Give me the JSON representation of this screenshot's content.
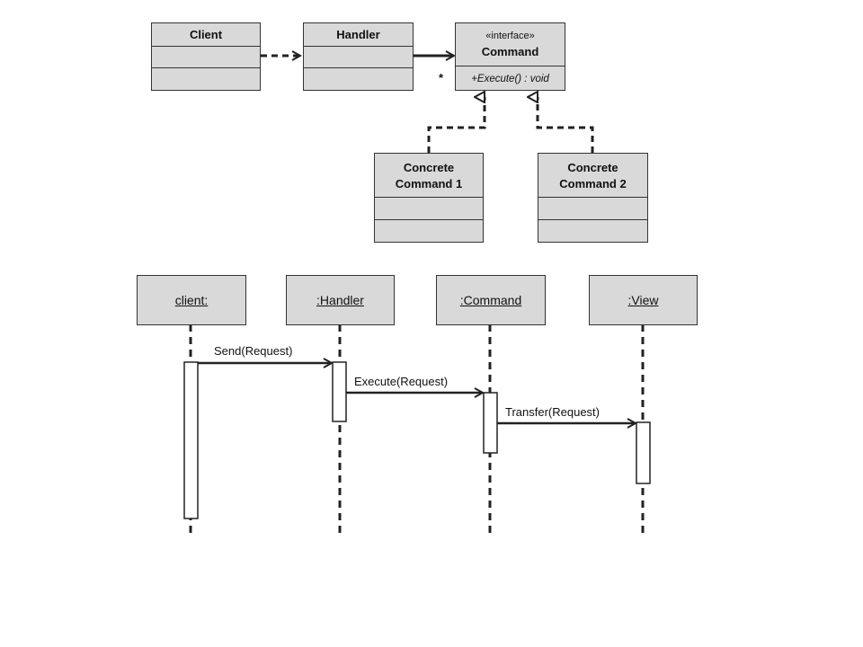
{
  "class_diagram": {
    "classes": {
      "client": {
        "name": "Client"
      },
      "handler": {
        "name": "Handler"
      },
      "command": {
        "stereotype": "«interface»",
        "name": "Command",
        "operation": "+Execute() : void"
      },
      "concrete1": {
        "name_line1": "Concrete",
        "name_line2": "Command 1"
      },
      "concrete2": {
        "name_line1": "Concrete",
        "name_line2": "Command 2"
      }
    },
    "multiplicity": "*"
  },
  "sequence_diagram": {
    "lifelines": {
      "client": "client:",
      "handler": ":Handler",
      "command": ":Command",
      "view": ":View"
    },
    "messages": {
      "send": "Send(Request)",
      "execute": "Execute(Request)",
      "transfer": "Transfer(Request)"
    }
  }
}
